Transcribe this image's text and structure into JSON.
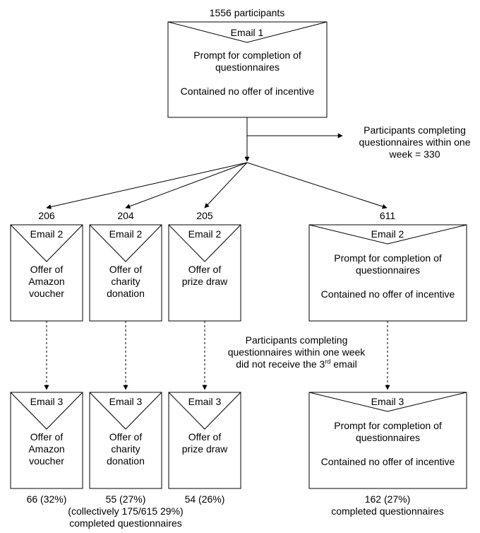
{
  "top": {
    "count_label": "1556 participants",
    "email_title": "Email 1",
    "prompt": "Prompt for completion of questionnaires",
    "note": "Contained no offer of incentive"
  },
  "side_outcome": "Participants completing questionnaires  within one week = 330",
  "middle_note": {
    "line1": "Participants completing",
    "line2": "questionnaires within one week",
    "line3_prefix": "did not receive the 3",
    "line3_sup": "rd",
    "line3_suffix": " email"
  },
  "arms": [
    {
      "count": "206",
      "email2_title": "Email 2",
      "email2_text": "Offer of Amazon voucher",
      "email3_title": "Email 3",
      "email3_text": "Offer of Amazon voucher",
      "result": "66 (32%)"
    },
    {
      "count": "204",
      "email2_title": "Email 2",
      "email2_text": "Offer of charity donation",
      "email3_title": "Email 3",
      "email3_text": "Offer of charity donation",
      "result": "55 (27%)"
    },
    {
      "count": "205",
      "email2_title": "Email 2",
      "email2_text": "Offer of prize draw",
      "email3_title": "Email 3",
      "email3_text": "Offer of prize draw",
      "result": "54 (26%)"
    },
    {
      "count": "611",
      "email2_title": "Email 2",
      "email2_prompt": "Prompt for completion of questionnaires",
      "email2_note": "Contained no offer of incentive",
      "email3_title": "Email 3",
      "email3_prompt": "Prompt for completion of questionnaires",
      "email3_note": "Contained no offer of incentive",
      "result_line1": "162 (27%)",
      "result_line2": "completed questionnaires"
    }
  ],
  "collective": {
    "line1": "(collectively 175/615 29%)",
    "line2": "completed questionnaires"
  }
}
